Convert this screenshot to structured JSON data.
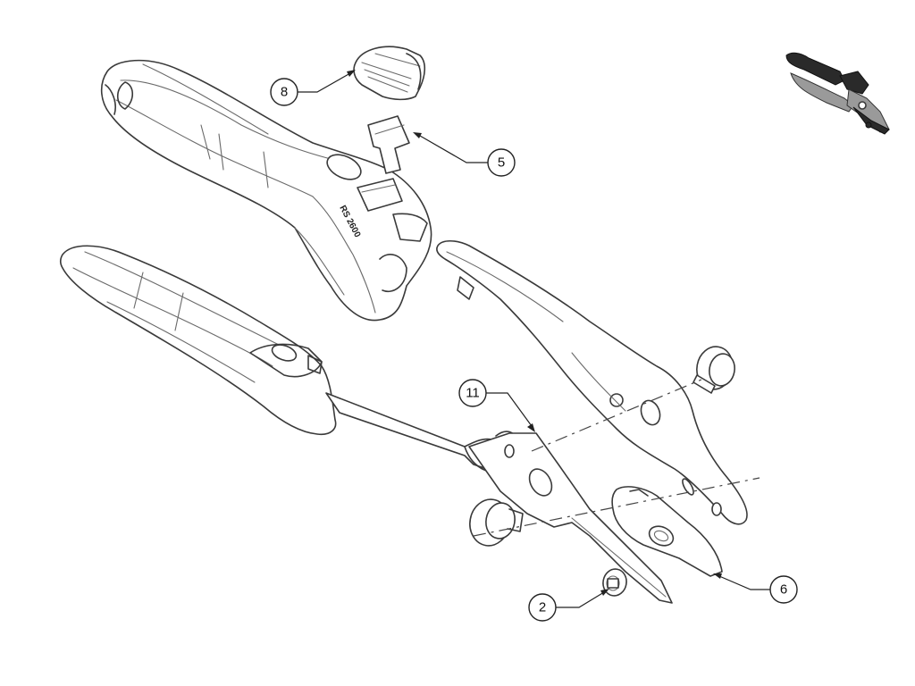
{
  "diagram": {
    "engraving_text": "RS 2600",
    "callouts": [
      {
        "id": "callout-8",
        "label": "8"
      },
      {
        "id": "callout-5",
        "label": "5"
      },
      {
        "id": "callout-11",
        "label": "11"
      },
      {
        "id": "callout-6",
        "label": "6"
      },
      {
        "id": "callout-2",
        "label": "2"
      }
    ]
  }
}
